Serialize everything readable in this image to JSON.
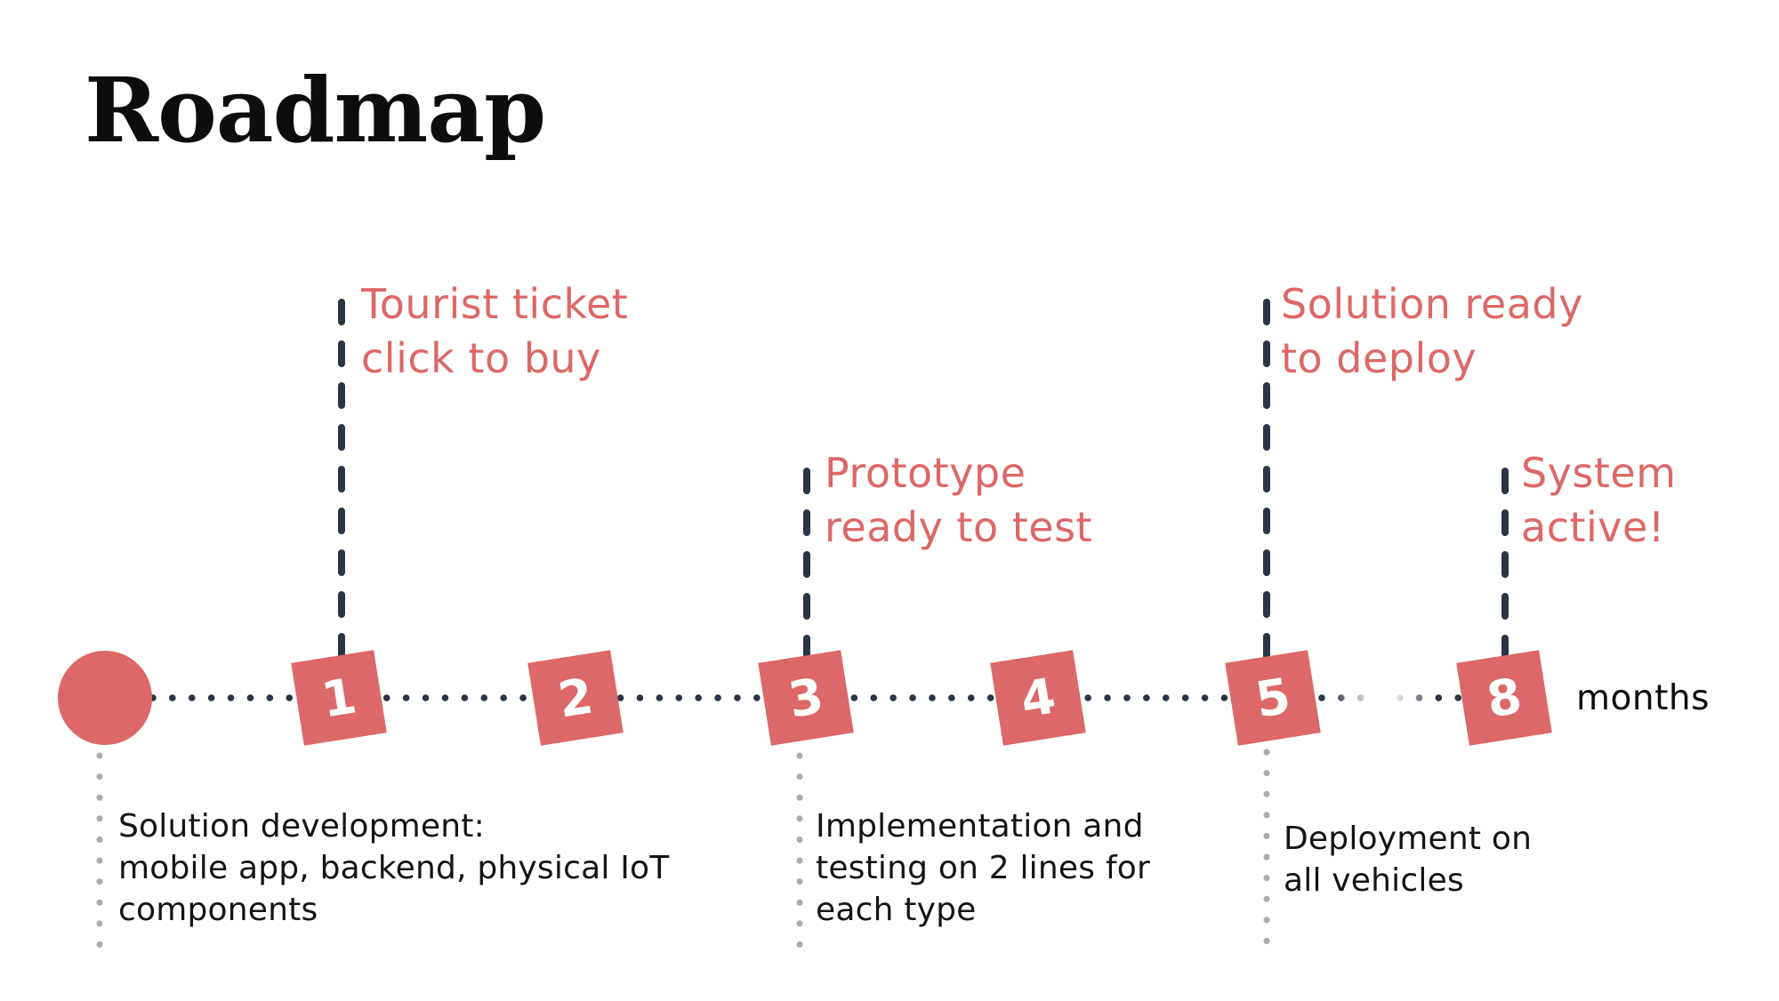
{
  "title": "Roadmap",
  "axis": {
    "unit_label": "months"
  },
  "colors": {
    "accent": "#DC6867",
    "timeline_dots": "#2A3545",
    "muted_dots": "#ABABAB",
    "body_text": "#141414"
  },
  "start": {
    "below": "Solution development:\nmobile app, backend, physical IoT\ncomponents"
  },
  "milestones": [
    {
      "number": "1",
      "above": "Tourist ticket\nclick to buy",
      "below": ""
    },
    {
      "number": "2",
      "above": "",
      "below": ""
    },
    {
      "number": "3",
      "above": "Prototype\nready to test",
      "below": "Implementation and\ntesting on 2 lines for\neach type"
    },
    {
      "number": "4",
      "above": "",
      "below": ""
    },
    {
      "number": "5",
      "above": "Solution ready\nto deploy",
      "below": "Deployment on\nall vehicles"
    },
    {
      "number": "8",
      "above": "System\nactive!",
      "below": ""
    }
  ]
}
